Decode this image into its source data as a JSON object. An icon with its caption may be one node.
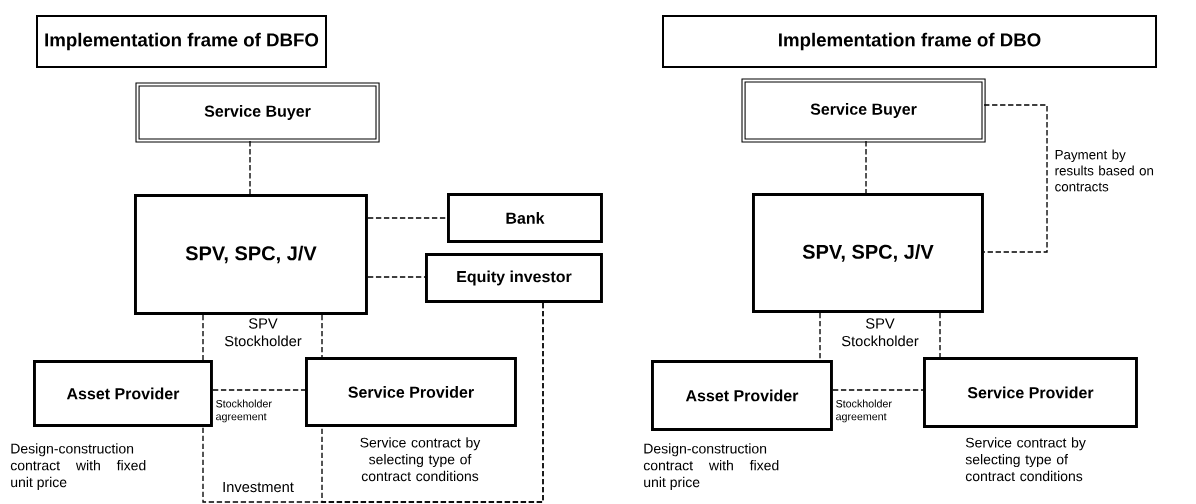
{
  "diagram": {
    "nodes": [
      {
        "text": [
          "Implementation frame of DBFO"
        ]
      },
      {
        "text": [
          "Service Buyer"
        ]
      },
      {
        "text": [
          "SPV, SPC, J/V"
        ]
      },
      {
        "text": [
          "Bank"
        ]
      },
      {
        "text": [
          "Equity  investor"
        ]
      },
      {
        "text": [
          "Asset Provider"
        ],
        "beside": [
          "Design-construction contract with fixed unit price"
        ]
      },
      {
        "text": [
          "Service  Provider"
        ],
        "beside": [
          "Service contract by selecting type of contract conditions"
        ]
      },
      {
        "text": [
          "Implementation frame of DBO"
        ]
      },
      {
        "text": [
          "Service Buyer"
        ]
      },
      {
        "text": [
          "SPV, SPC, J/V"
        ]
      },
      {
        "text": [
          "Asset Provider"
        ],
        "beside": [
          "Design-construction contract with fixed unit price"
        ]
      },
      {
        "text": [
          "Service  Provider"
        ],
        "beside": [
          "Service contract by selecting type of contract conditions"
        ]
      }
    ],
    "edges": [
      {
        "from": 1,
        "to": 2,
        "arrow": "none",
        "style": "dashed"
      },
      {
        "from": 2,
        "to": 3,
        "arrow": "none",
        "style": "dashed"
      },
      {
        "from": 2,
        "to": 4,
        "arrow": "none",
        "style": "dashed"
      },
      {
        "from": 2,
        "to": 5,
        "arrow": "none",
        "style": "dashed"
      },
      {
        "from": 2,
        "to": 6,
        "arrow": "none",
        "style": "dashed"
      },
      {
        "from": 5,
        "to": 6,
        "arrow": "none",
        "style": "dashed",
        "label": "Stockholder agreement"
      },
      {
        "from": 4,
        "to": 5,
        "arrow": "none",
        "style": "dashed",
        "label": "Investment"
      },
      {
        "from": 4,
        "to": 6,
        "arrow": "none",
        "style": "dashed"
      },
      {
        "from": 8,
        "to": 9,
        "arrow": "none",
        "style": "dashed"
      },
      {
        "from": 8,
        "to": 9,
        "arrow": "none",
        "style": "dashed",
        "label": "Payment by results based on contracts"
      },
      {
        "from": 9,
        "to": 10,
        "arrow": "none",
        "style": "dashed"
      },
      {
        "from": 9,
        "to": 11,
        "arrow": "none",
        "style": "dashed"
      },
      {
        "from": 10,
        "to": 11,
        "arrow": "none",
        "style": "dashed",
        "label": "Stockholder agreement"
      }
    ],
    "labels": [
      "SPV Stockholder",
      "SPV Stockholder"
    ]
  }
}
